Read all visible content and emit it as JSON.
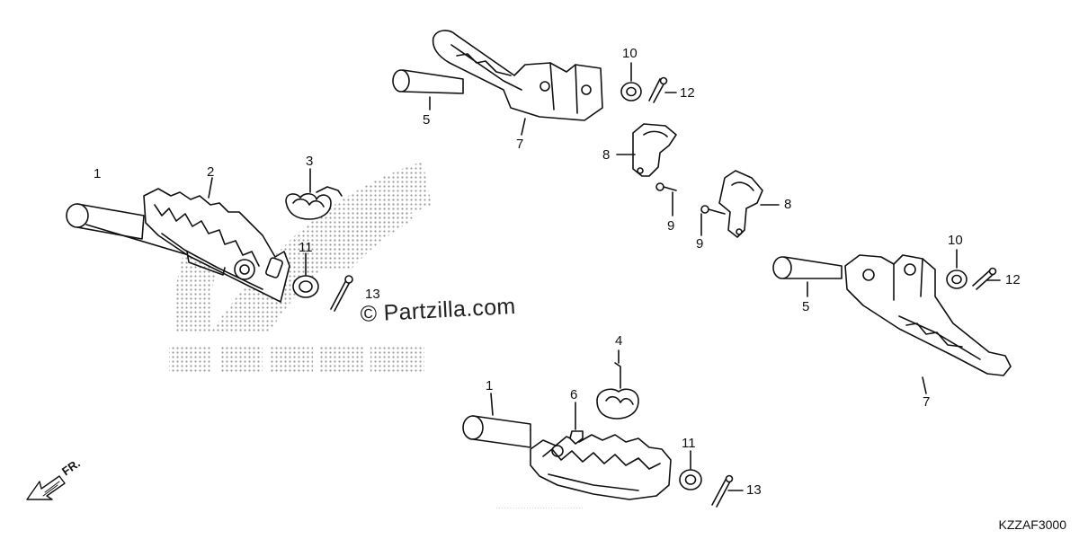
{
  "callouts": {
    "c1a": "1",
    "c2": "2",
    "c3": "3",
    "c11a": "11",
    "c13a": "13",
    "c5a": "5",
    "c7a": "7",
    "c10a": "10",
    "c12a": "12",
    "c8a": "8",
    "c9a": "9",
    "c8b": "8",
    "c9b": "9",
    "c10b": "10",
    "c12b": "12",
    "c5b": "5",
    "c7b": "7",
    "c4": "4",
    "c1b": "1",
    "c6": "6",
    "c11b": "11",
    "c13b": "13"
  },
  "watermark": "© Partzilla.com",
  "direction_label": "FR.",
  "diagram_code": "KZZAF3000",
  "colors": {
    "line": "#111111",
    "halftone": "#9a9a9a",
    "text": "#111111"
  },
  "icons": [
    "front-direction-arrow-icon",
    "honda-wing-logo"
  ]
}
